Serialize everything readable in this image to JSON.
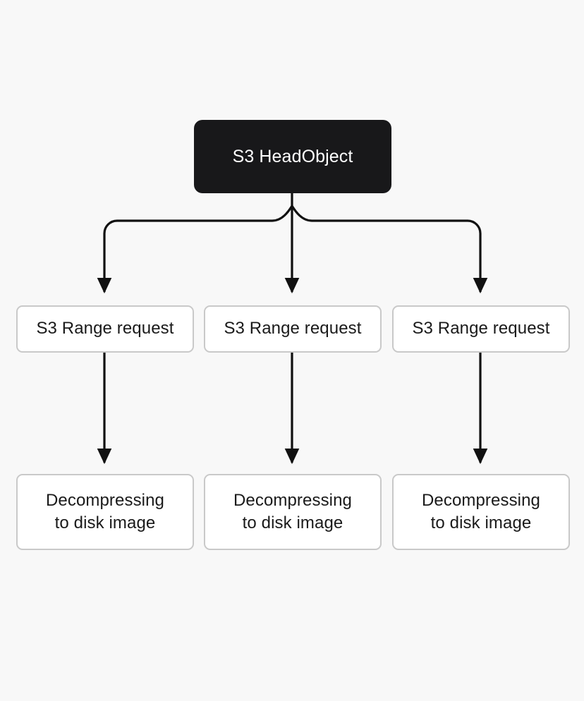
{
  "diagram": {
    "type": "flowchart",
    "orientation": "top-down",
    "background_color": "#f8f8f8",
    "edge_color": "#111111",
    "root": {
      "label": "S3 HeadObject",
      "fill_color": "#18181a",
      "text_color": "#ffffff"
    },
    "branch_count": 3,
    "columns": [
      {
        "range_request": {
          "label": "S3 Range request"
        },
        "decompress": {
          "label": "Decompressing\nto disk image"
        }
      },
      {
        "range_request": {
          "label": "S3 Range request"
        },
        "decompress": {
          "label": "Decompressing\nto disk image"
        }
      },
      {
        "range_request": {
          "label": "S3 Range request"
        },
        "decompress": {
          "label": "Decompressing\nto disk image"
        }
      }
    ],
    "node_style": {
      "fill_color": "#ffffff",
      "border_color": "#c9c9c9",
      "text_color": "#1a1a1a"
    }
  }
}
